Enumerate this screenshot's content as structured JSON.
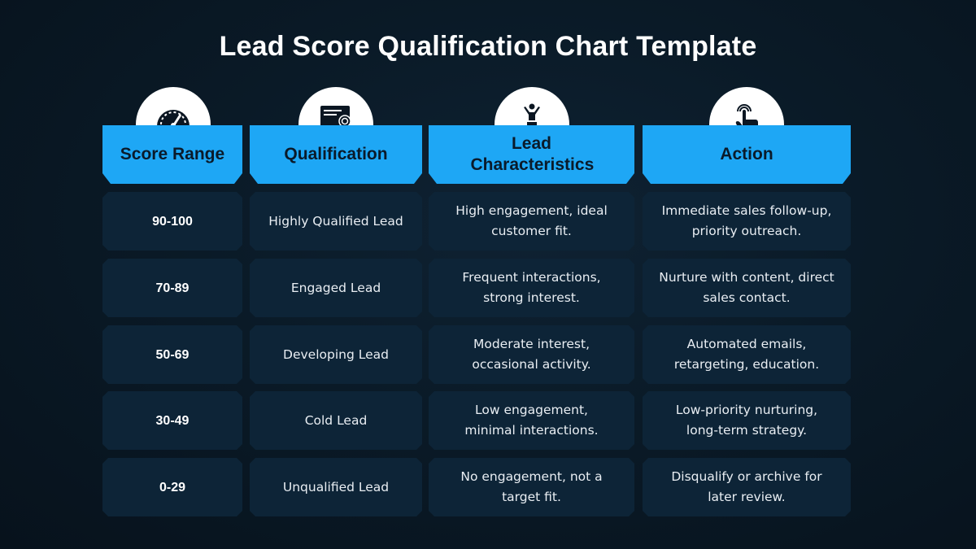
{
  "title": "Lead Score Qualification Chart Template",
  "columns": [
    {
      "label": "Score Range",
      "icon": "gauge-icon"
    },
    {
      "label": "Qualification",
      "icon": "certificate-icon"
    },
    {
      "label": "Lead Characteristics",
      "icon": "podium-icon"
    },
    {
      "label": "Action",
      "icon": "tap-hand-icon"
    }
  ],
  "rows": [
    {
      "score": "90-100",
      "qualification": "Highly Qualified Lead",
      "characteristics": "High engagement, ideal customer fit.",
      "action": "Immediate sales follow-up, priority outreach."
    },
    {
      "score": "70-89",
      "qualification": "Engaged Lead",
      "characteristics": "Frequent interactions, strong interest.",
      "action": "Nurture with content, direct sales contact."
    },
    {
      "score": "50-69",
      "qualification": "Developing Lead",
      "characteristics": "Moderate interest, occasional activity.",
      "action": "Automated emails, retargeting, education."
    },
    {
      "score": "30-49",
      "qualification": "Cold Lead",
      "characteristics": "Low engagement, minimal interactions.",
      "action": "Low-priority nurturing, long-term strategy."
    },
    {
      "score": "0-29",
      "qualification": "Unqualified Lead",
      "characteristics": "No engagement, not a target fit.",
      "action": "Disqualify or archive for later review."
    }
  ],
  "colors": {
    "header": "#1ea7f5",
    "cell": "#0d2437",
    "background": "#0a1a27"
  }
}
